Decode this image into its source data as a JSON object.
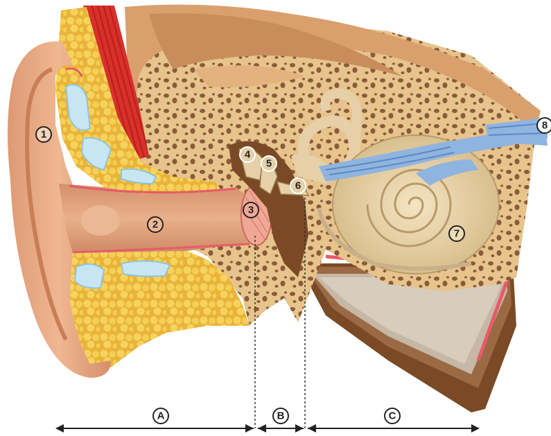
{
  "structure_labels": [
    "1",
    "2",
    "3",
    "4",
    "5",
    "6",
    "7",
    "8"
  ],
  "region_labels": [
    "A",
    "B",
    "C"
  ],
  "colors": {
    "skin": "#e8a884",
    "skin_dark": "#c9805c",
    "bone": "#e9c98f",
    "bone_pore": "#8a5a3a",
    "fat": "#f3c94a",
    "muscle": "#d9302a",
    "nerve": "#8fb4e0",
    "cochlea": "#e9d6b0",
    "lining": "#e85a6a",
    "cavity": "#7a4a26"
  }
}
